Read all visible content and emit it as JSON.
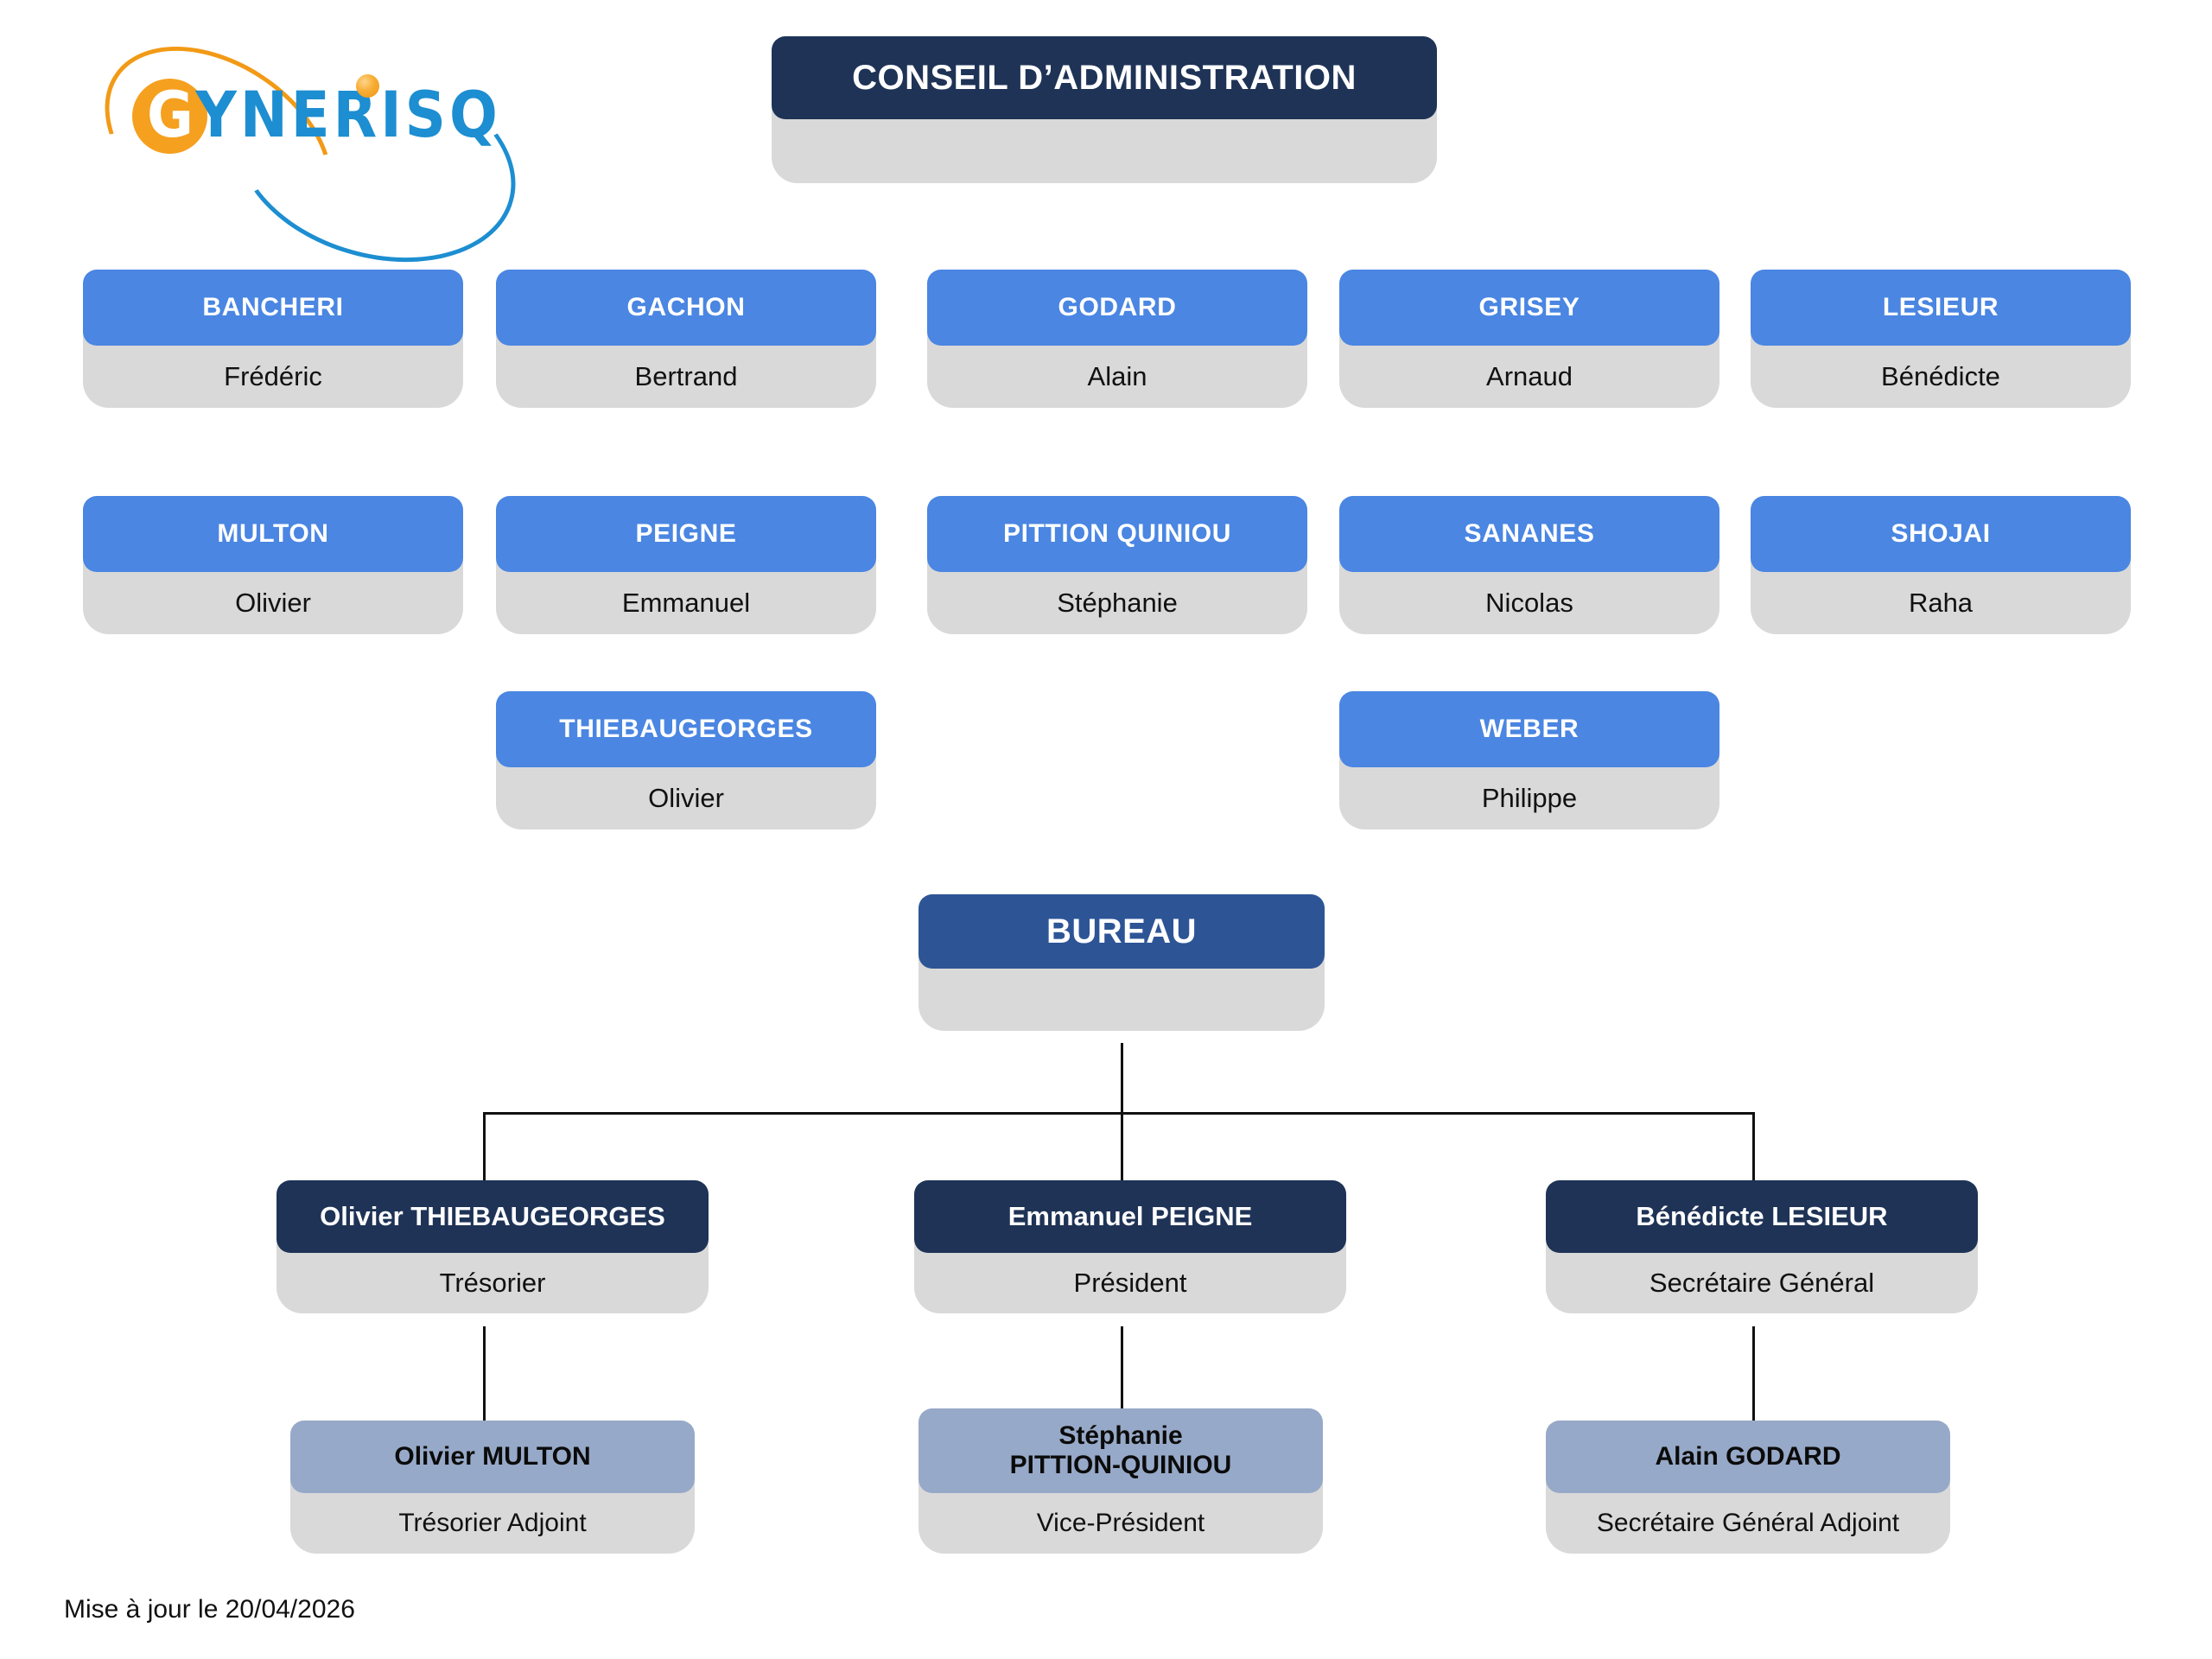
{
  "logo": {
    "name": "GYNERISQ",
    "initial": "G",
    "rest": "YNERISQ",
    "colors": {
      "orange": "#f5a01f",
      "blue": "#1d8ed1"
    }
  },
  "colors": {
    "navy": "#1e3356",
    "bureau_blue": "#2d5596",
    "member_blue": "#4a86e2",
    "deputy_blue": "#97a9c8",
    "card_body_gray": "#d9d9d9",
    "background": "#ffffff",
    "connector": "#111111"
  },
  "board": {
    "title": "CONSEIL D’ADMINISTRATION",
    "members": [
      {
        "family_name": "BANCHERI",
        "given_name": "Frédéric"
      },
      {
        "family_name": "GACHON",
        "given_name": "Bertrand"
      },
      {
        "family_name": "GODARD",
        "given_name": "Alain"
      },
      {
        "family_name": "GRISEY",
        "given_name": "Arnaud"
      },
      {
        "family_name": "LESIEUR",
        "given_name": "Bénédicte"
      },
      {
        "family_name": "MULTON",
        "given_name": "Olivier"
      },
      {
        "family_name": "PEIGNE",
        "given_name": "Emmanuel"
      },
      {
        "family_name": "PITTION QUINIOU",
        "given_name": "Stéphanie"
      },
      {
        "family_name": "SANANES",
        "given_name": "Nicolas"
      },
      {
        "family_name": "SHOJAI",
        "given_name": "Raha"
      },
      {
        "family_name": "THIEBAUGEORGES",
        "given_name": "Olivier"
      },
      {
        "family_name": "WEBER",
        "given_name": "Philippe"
      }
    ]
  },
  "bureau": {
    "title": "BUREAU",
    "officers": [
      {
        "given_name": "Olivier",
        "family_name": "THIEBAUGEORGES",
        "role": "Trésorier",
        "deputy": {
          "given_name": "Olivier",
          "family_name": "MULTON",
          "role": "Trésorier Adjoint"
        }
      },
      {
        "given_name": "Emmanuel",
        "family_name": "PEIGNE",
        "role": "Président",
        "deputy": {
          "given_name": "Stéphanie",
          "family_name": "PITTION-QUINIOU",
          "role": "Vice-Président"
        }
      },
      {
        "given_name": "Bénédicte",
        "family_name": "LESIEUR",
        "role": "Secrétaire Général",
        "deputy": {
          "given_name": "Alain",
          "family_name": "GODARD",
          "role": "Secrétaire Général Adjoint"
        }
      }
    ]
  },
  "footer": {
    "updated": "Mise à jour le 20/04/2026"
  }
}
